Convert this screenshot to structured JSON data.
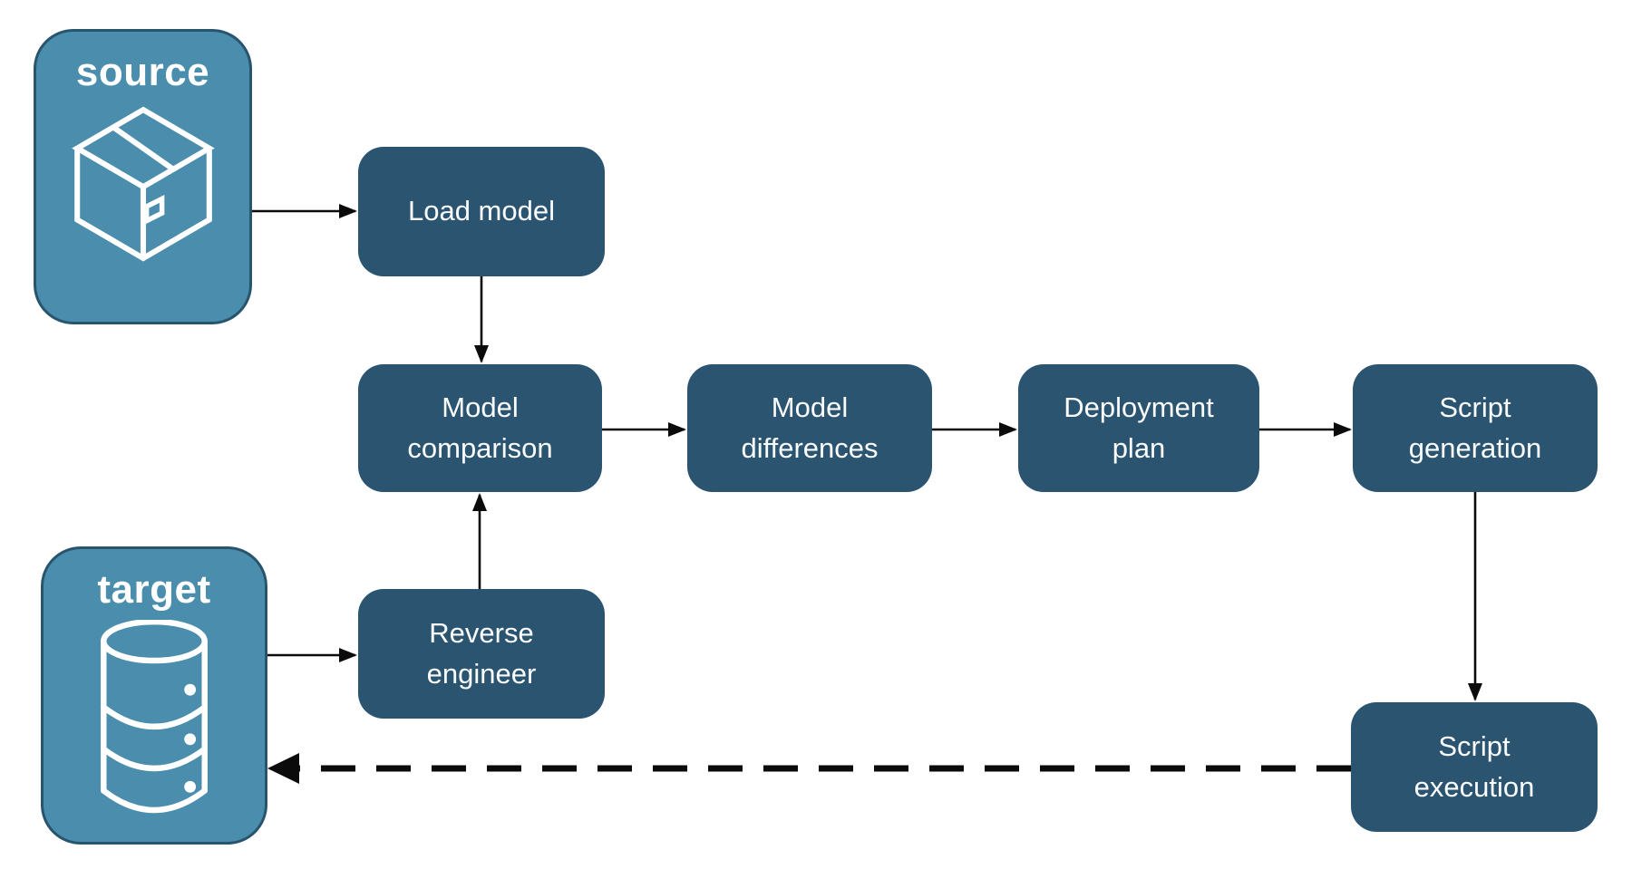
{
  "diagram": {
    "title": "schema compare / deployment pipeline flowchart",
    "colors": {
      "background": "#ffffff",
      "entity_fill": "#4a8dac",
      "entity_border": "#28546e",
      "process_fill": "#2a5470",
      "label_text": "#ffffff",
      "arrow": "#0b0b0b"
    },
    "entities": {
      "source": {
        "label": "source",
        "icon": "package-icon"
      },
      "target": {
        "label": "target",
        "icon": "database-icon"
      }
    },
    "nodes": {
      "load_model": {
        "label": "Load model"
      },
      "model_comparison": {
        "label": "Model comparison"
      },
      "model_differences": {
        "label": "Model differences"
      },
      "deployment_plan": {
        "label": "Deployment plan"
      },
      "script_generation": {
        "label": "Script generation"
      },
      "reverse_engineer": {
        "label": "Reverse engineer"
      },
      "script_execution": {
        "label": "Script execution"
      }
    },
    "edges": [
      {
        "from": "source",
        "to": "load_model",
        "style": "solid"
      },
      {
        "from": "load_model",
        "to": "model_comparison",
        "style": "solid"
      },
      {
        "from": "model_comparison",
        "to": "model_differences",
        "style": "solid"
      },
      {
        "from": "model_differences",
        "to": "deployment_plan",
        "style": "solid"
      },
      {
        "from": "deployment_plan",
        "to": "script_generation",
        "style": "solid"
      },
      {
        "from": "script_generation",
        "to": "script_execution",
        "style": "solid"
      },
      {
        "from": "target",
        "to": "reverse_engineer",
        "style": "solid"
      },
      {
        "from": "reverse_engineer",
        "to": "model_comparison",
        "style": "solid"
      },
      {
        "from": "script_execution",
        "to": "target",
        "style": "dashed"
      }
    ]
  }
}
